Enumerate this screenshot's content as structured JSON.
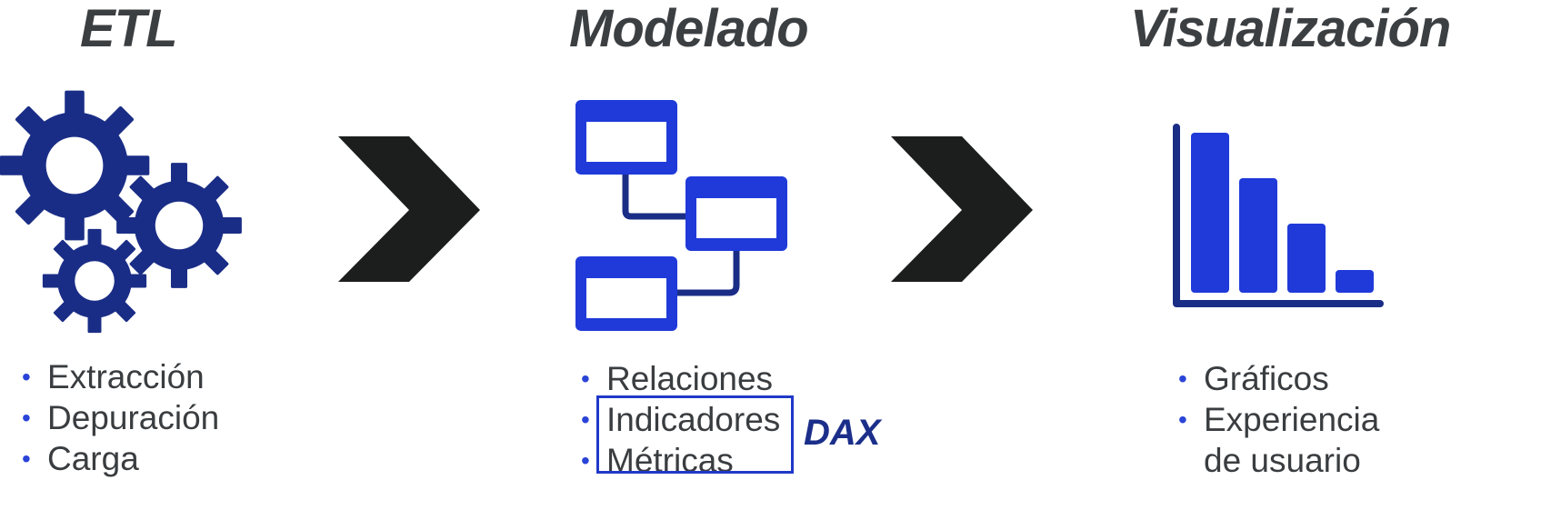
{
  "stages": [
    {
      "title": "ETL",
      "icon": "gears-icon",
      "items": [
        "Extracción",
        "Depuración",
        "Carga"
      ]
    },
    {
      "title": "Modelado",
      "icon": "data-model-icon",
      "items": [
        "Relaciones",
        "Indicadores",
        "Métricas"
      ],
      "highlight_label": "DAX"
    },
    {
      "title": "Visualización",
      "icon": "bar-chart-icon",
      "items": [
        "Gráficos",
        "Experiencia",
        "de usuario"
      ]
    }
  ],
  "arrows": [
    "chevron-right-icon",
    "chevron-right-icon"
  ],
  "colors": {
    "title": "#3c3f42",
    "gears": "#1a2d86",
    "model": "#1f3ad9",
    "model_connector": "#1a2d86",
    "bars": "#1f3ad9",
    "axis": "#1a2d86",
    "arrow": "#1c1e1e",
    "bullet": "#2a44d8",
    "dax": "#1b2f8a"
  }
}
